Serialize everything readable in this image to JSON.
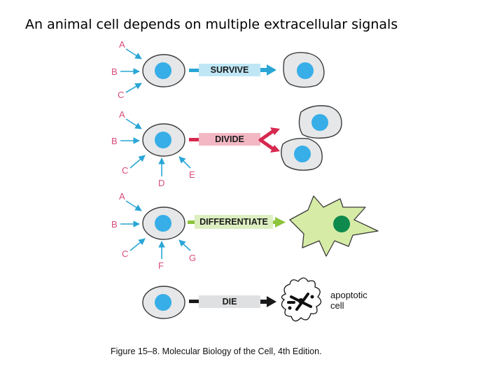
{
  "title": "An animal cell depends on multiple extracellular signals",
  "rows": [
    {
      "outcome": "SURVIVE",
      "signals": [
        "A",
        "B",
        "C"
      ]
    },
    {
      "outcome": "DIVIDE",
      "signals": [
        "A",
        "B",
        "C",
        "D",
        "E"
      ]
    },
    {
      "outcome": "DIFFERENTIATE",
      "signals": [
        "A",
        "B",
        "C",
        "F",
        "G"
      ]
    },
    {
      "outcome": "DIE",
      "signals": []
    }
  ],
  "apoptotic_label": [
    "apoptotic",
    "cell"
  ],
  "caption": "Figure 15–8. Molecular Biology of the Cell, 4th Edition.",
  "colors": {
    "signal_arrow": "#2aa6d6",
    "signal_label": "#d94c7a",
    "cell_fill": "#e6e7e8",
    "cell_stroke": "#3a3a3a",
    "nucleus": "#37aee8",
    "survive_box": "#bfe6f5",
    "survive_arrow": "#2aa6d6",
    "divide_box": "#f3b7c4",
    "divide_arrow": "#d6294f",
    "differentiate_box": "#ddeec0",
    "differentiate_arrow": "#8cc43c",
    "differentiated_cell": "#d6eca6",
    "differentiated_nucleus": "#0e8a4c",
    "die_box": "#dfe0e1",
    "die_arrow": "#1a1a1a"
  }
}
